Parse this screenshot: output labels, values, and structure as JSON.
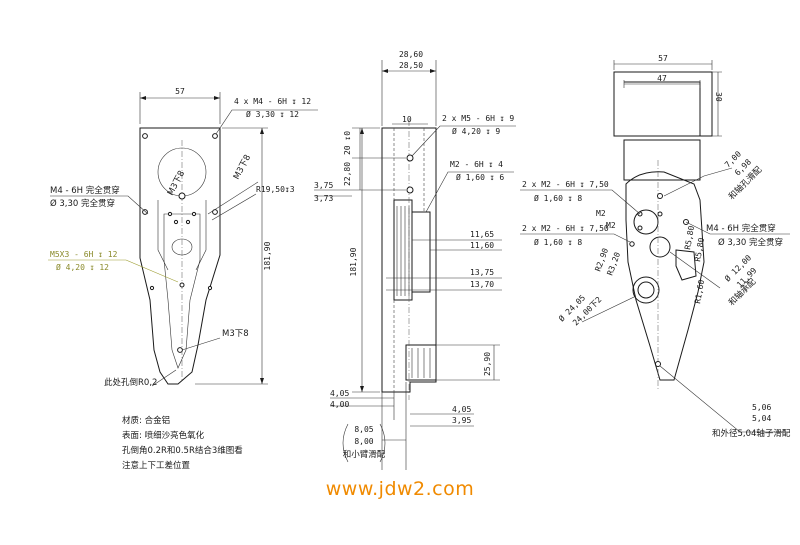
{
  "watermark": "www.jdw2.com",
  "left_view": {
    "dim_width": "57",
    "dim_height": "181,90",
    "callout_top_1": "4 x  M4 - 6H ↧ 12",
    "callout_top_2": "Ø  3,30 ↧ 12",
    "callout_left_1": "M4 - 6H 完全贯穿",
    "callout_left_2": "Ø  3,30 完全贯穿",
    "callout_hl_1": "M5X3 - 6H ↧ 12",
    "callout_hl_2": "Ø  4,20 ↧ 12",
    "label_m3_a": "M3下8",
    "label_m3_b": "M3下8",
    "label_m3_c": "M3下8",
    "label_r": "R19,50↧3",
    "label_bottom": "此处孔倒R0,2"
  },
  "notes": [
    "材质: 合金铝",
    "表面: 喷细沙亮色氧化",
    "孔倒角0.2R和0.5R结合3维图看",
    "注意上下工差位置"
  ],
  "middle_view": {
    "dim_top_1": "28,60",
    "dim_top_2": "28,50",
    "dim_10": "10",
    "dim_20": "20 ↧0",
    "dim_22": "22,80",
    "dim_375": "3,75",
    "dim_373": "3,73",
    "dim_height": "181,90",
    "callout_1a": "2 x  M5 - 6H ↧ 9",
    "callout_1b": "Ø  4,20 ↧ 9",
    "callout_2a": "M2 - 6H ↧ 4",
    "callout_2b": "Ø  1,60 ↧ 6",
    "dim_1165": "11,65",
    "dim_1160": "11,60",
    "dim_1375": "13,75",
    "dim_1370": "13,70",
    "dim_2590": "25,90",
    "dim_405": "4,05",
    "dim_400": "4,00",
    "dim_805": "8,05",
    "dim_800": "8,00",
    "dim_405b": "4,05",
    "dim_395": "3,95",
    "label_fit": "和小臂滑配"
  },
  "right_view": {
    "dim_57": "57",
    "dim_47": "47",
    "dim_30": "30",
    "dim_700": "7,00",
    "dim_698": "6,98",
    "label_shaft": "和轴孔滑配",
    "callout_a1": "2 x  M2 - 6H ↧ 7,50",
    "callout_a2": "Ø  1,60 ↧ 8",
    "label_m2_a": "M2",
    "label_m2_b": "M2",
    "callout_b1": "2 x  M2 - 6H ↧ 7,50",
    "callout_b2": "Ø  1,60 ↧ 8",
    "callout_c1": "M4 - 6H 完全贯穿",
    "callout_c2": "Ø  3,30 完全贯穿",
    "label_r290": "R2,90",
    "label_r320": "R3,20",
    "label_d1200": "Ø 12,00",
    "label_d1199": "11,99",
    "label_shaft2": "和轴承配",
    "label_r60": "R1,60",
    "label_d2405": "Ø  24,05",
    "label_d2400": "24,00下2",
    "label_r580": "R5,80",
    "label_r580b": "R5,80",
    "label_506": "5,06",
    "label_504": "5,04",
    "label_outer": "和外径5,04轴子滑配"
  }
}
